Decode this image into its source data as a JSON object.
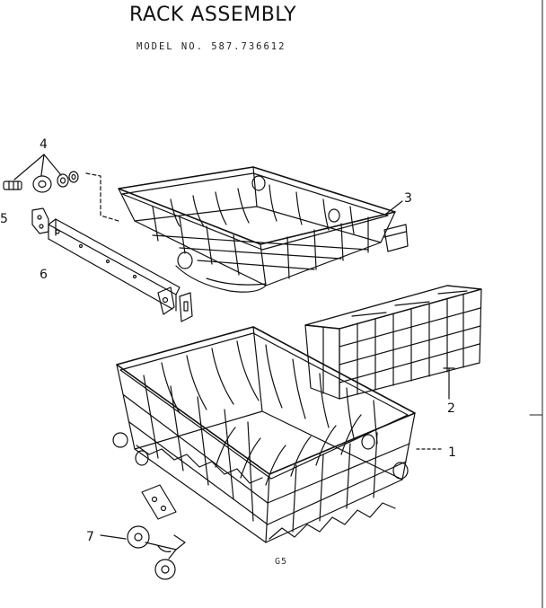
{
  "header": {
    "title": "RACK ASSEMBLY",
    "model": "MODEL NO. 587.736612"
  },
  "callouts": [
    {
      "id": "4",
      "label": "4"
    },
    {
      "id": "5",
      "label": "5"
    },
    {
      "id": "6",
      "label": "6"
    },
    {
      "id": "3",
      "label": "3"
    },
    {
      "id": "2",
      "label": "2"
    },
    {
      "id": "1",
      "label": "1"
    },
    {
      "id": "7",
      "label": "7"
    }
  ],
  "footer": {
    "code": "G5"
  }
}
